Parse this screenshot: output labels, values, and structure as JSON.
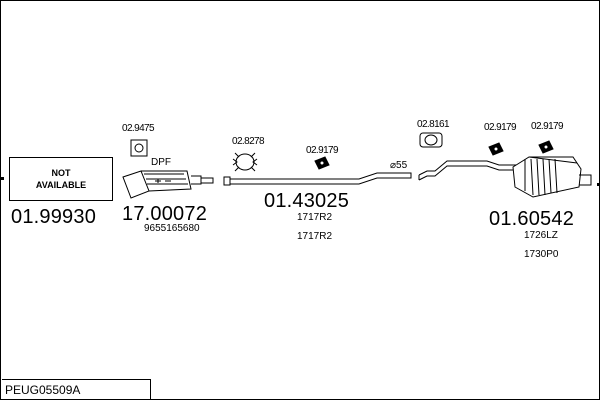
{
  "diagram_id": "PEUG05509A",
  "not_available_label": "NOT AVAILABLE",
  "parts": {
    "unavailable": {
      "ref": "01.99930"
    },
    "dpf": {
      "ref": "17.00072",
      "sub": "9655165680",
      "label": "DPF",
      "gasket": "02.9475"
    },
    "middle": {
      "ref": "01.43025",
      "subs": [
        "1717R2",
        "1717R2"
      ],
      "clamp": "02.8278",
      "mount": "02.9179",
      "diameter": "⌀55"
    },
    "rear": {
      "ref": "01.60542",
      "subs": [
        "1726LZ",
        "1730P0"
      ],
      "mount1": "02.8161",
      "mount2": "02.9179",
      "mount3": "02.9179"
    }
  }
}
